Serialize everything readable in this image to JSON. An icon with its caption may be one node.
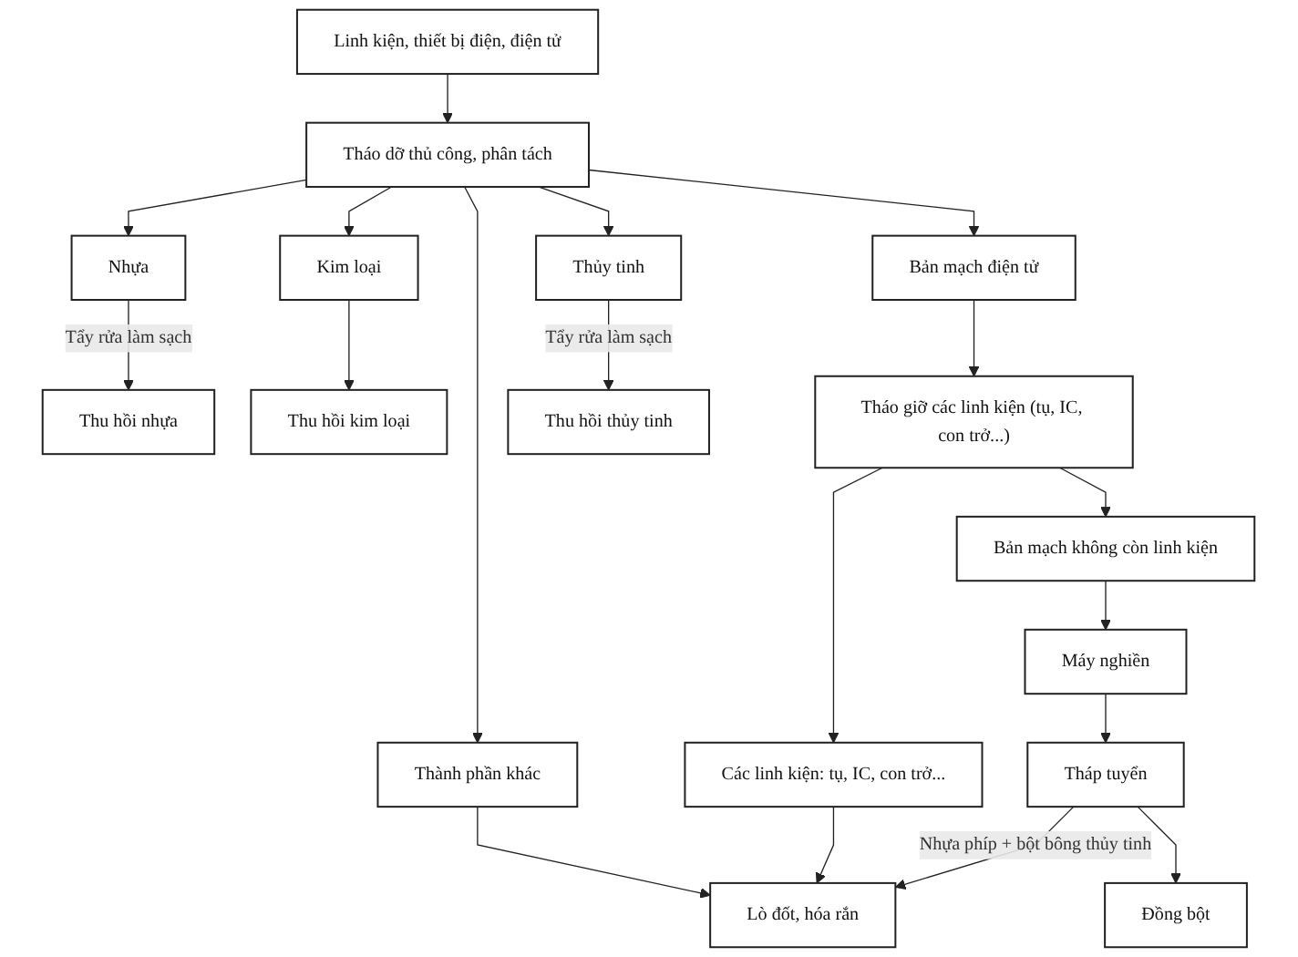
{
  "diagram": {
    "nodes": [
      {
        "text": [
          "Linh kiện, thiết bị điện, điện tử"
        ]
      },
      {
        "text": [
          "Tháo dỡ thủ công, phân tách"
        ]
      },
      {
        "text": [
          "Nhựa"
        ]
      },
      {
        "text": [
          "Kim loại"
        ]
      },
      {
        "text": [
          "Bản mạch điện tử"
        ]
      },
      {
        "text": [
          "Thủy tinh"
        ]
      },
      {
        "text": [
          "Thành phần khác"
        ]
      },
      {
        "text": [
          "Thu hồi nhựa"
        ]
      },
      {
        "text": [
          "Thu hồi kim loại"
        ]
      },
      {
        "text": [
          "Tháo giỡ các linh kiện (tụ, IC, con trở...)"
        ]
      },
      {
        "text": [
          "Thu hồi thủy tinh"
        ]
      },
      {
        "text": [
          "Lò đốt, hóa rắn"
        ]
      },
      {
        "text": [
          "Máy nghiền"
        ]
      },
      {
        "text": [
          "Bản mạch không còn linh kiện"
        ]
      },
      {
        "text": [
          "Các linh kiện: tụ, IC, con trở..."
        ]
      },
      {
        "text": [
          "Tháp tuyển"
        ]
      },
      {
        "text": [
          "Đồng bột"
        ]
      }
    ],
    "edges": [
      {
        "from": 0,
        "to": 1,
        "arrow": "to"
      },
      {
        "from": 1,
        "to": 2,
        "arrow": "to"
      },
      {
        "from": 1,
        "to": 3,
        "arrow": "to"
      },
      {
        "from": 1,
        "to": 4,
        "arrow": "to"
      },
      {
        "from": 1,
        "to": 5,
        "arrow": "to"
      },
      {
        "from": 1,
        "to": 6,
        "arrow": "to"
      },
      {
        "from": 2,
        "to": 7,
        "arrow": "to",
        "label": "Tẩy rửa làm sạch"
      },
      {
        "from": 3,
        "to": 8,
        "arrow": "to"
      },
      {
        "from": 4,
        "to": 9,
        "arrow": "to"
      },
      {
        "from": 5,
        "to": 10,
        "arrow": "to",
        "label": "Tẩy rửa làm sạch"
      },
      {
        "from": 6,
        "to": 11,
        "arrow": "to"
      },
      {
        "from": 9,
        "to": 13,
        "arrow": "to"
      },
      {
        "from": 9,
        "to": 14,
        "arrow": "to"
      },
      {
        "from": 14,
        "to": 11,
        "arrow": "to"
      },
      {
        "from": 13,
        "to": 12,
        "arrow": "to"
      },
      {
        "from": 12,
        "to": 15,
        "arrow": "to"
      },
      {
        "from": 15,
        "to": 11,
        "arrow": "to",
        "label": "Nhựa phíp + bột bông thủy tinh"
      },
      {
        "from": 15,
        "to": 16,
        "arrow": "to"
      }
    ]
  }
}
